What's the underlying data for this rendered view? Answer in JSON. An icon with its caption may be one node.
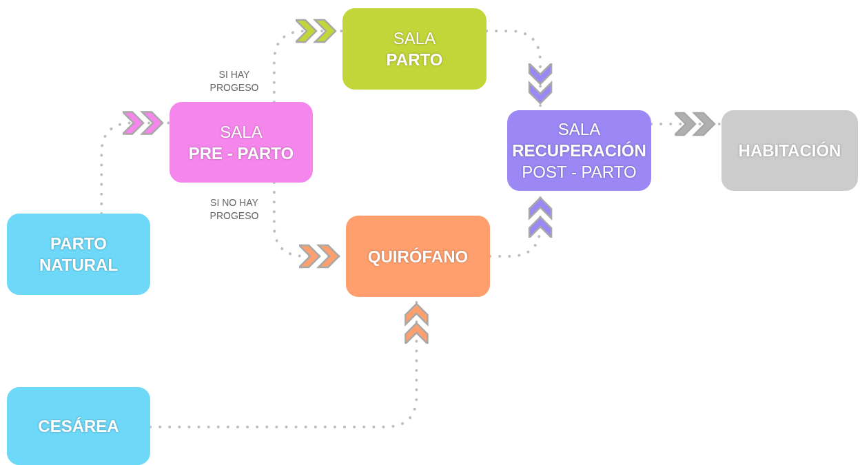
{
  "diagram": {
    "nodes": [
      {
        "text": [
          "PARTO NATURAL"
        ]
      },
      {
        "text": [
          "SALA",
          "PRE - PARTO"
        ]
      },
      {
        "text": [
          "SALA",
          "PARTO"
        ]
      },
      {
        "text": [
          "QUIRÓFANO"
        ]
      },
      {
        "text": [
          "SALA",
          "RECUPERACIÓN",
          "POST - PARTO"
        ]
      },
      {
        "text": [
          "HABITACIÓN"
        ]
      },
      {
        "text": [
          "CESÁREA"
        ]
      }
    ],
    "edges": [
      {
        "from": 0,
        "to": 1,
        "arrow": "to"
      },
      {
        "from": 1,
        "to": 2,
        "arrow": "to",
        "label": "SI HAY PROGESO"
      },
      {
        "from": 1,
        "to": 3,
        "arrow": "to",
        "label": "SI NO HAY PROGESO"
      },
      {
        "from": 2,
        "to": 4,
        "arrow": "to"
      },
      {
        "from": 3,
        "to": 4,
        "arrow": "to"
      },
      {
        "from": 4,
        "to": 5,
        "arrow": "to"
      },
      {
        "from": 6,
        "to": 3,
        "arrow": "to"
      }
    ]
  }
}
